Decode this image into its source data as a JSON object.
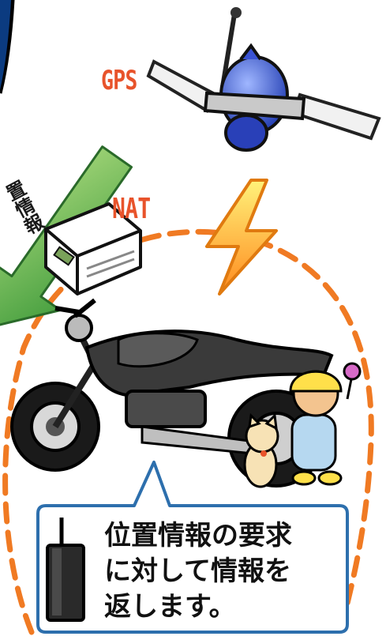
{
  "labels": {
    "gps": "GPS",
    "nat": "NAT",
    "location_info_arrow": "置情報"
  },
  "speech_bubble": {
    "lines": [
      "位置情報の要求",
      "に対して情報を",
      "返します。"
    ]
  },
  "colors": {
    "label_orange": "#e8532b",
    "dashed_circle": "#f07a23",
    "arrow_green": "#5fb548",
    "bolt_yellow": "#ffd21f",
    "bubble_border": "#2d6fad"
  },
  "icons": [
    "satellite-icon",
    "nat-router-icon",
    "lightning-bolt-icon",
    "motorcycle-icon",
    "cat-icon",
    "child-icon",
    "gps-tracker-device-icon"
  ]
}
